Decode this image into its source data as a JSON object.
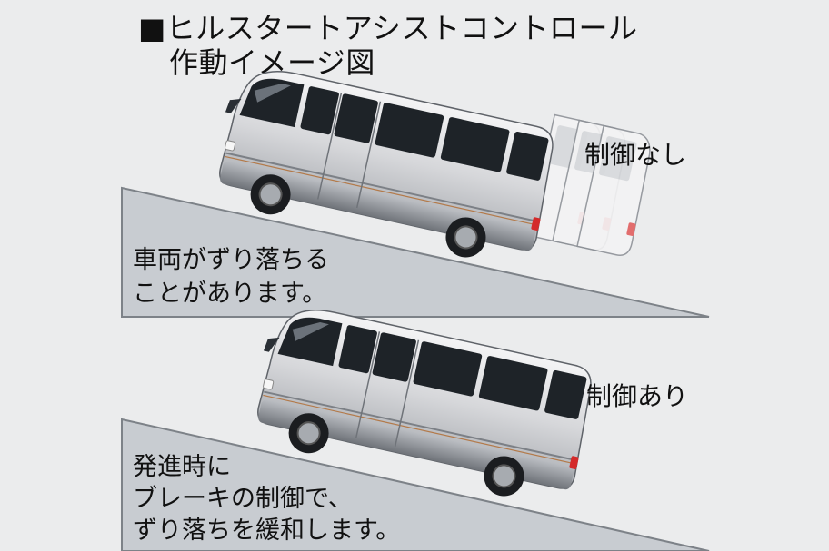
{
  "title": {
    "marker": "■",
    "line1": "ヒルスタートアシストコントロール",
    "line2": "作動イメージ図"
  },
  "scene_top": {
    "label": "制御なし",
    "caption_line1": "車両がずり落ちる",
    "caption_line2": "ことがあります。"
  },
  "scene_bottom": {
    "label": "制御あり",
    "caption_line1": "発進時に",
    "caption_line2": "ブレーキの制御で、",
    "caption_line3": "ずり落ちを緩和します。"
  },
  "colors": {
    "background": "#ebeced",
    "slope_fill": "#c8ccd1",
    "slope_edge": "#7d8288",
    "bus_body": "#dedfe2",
    "bus_window": "#1e2328"
  }
}
